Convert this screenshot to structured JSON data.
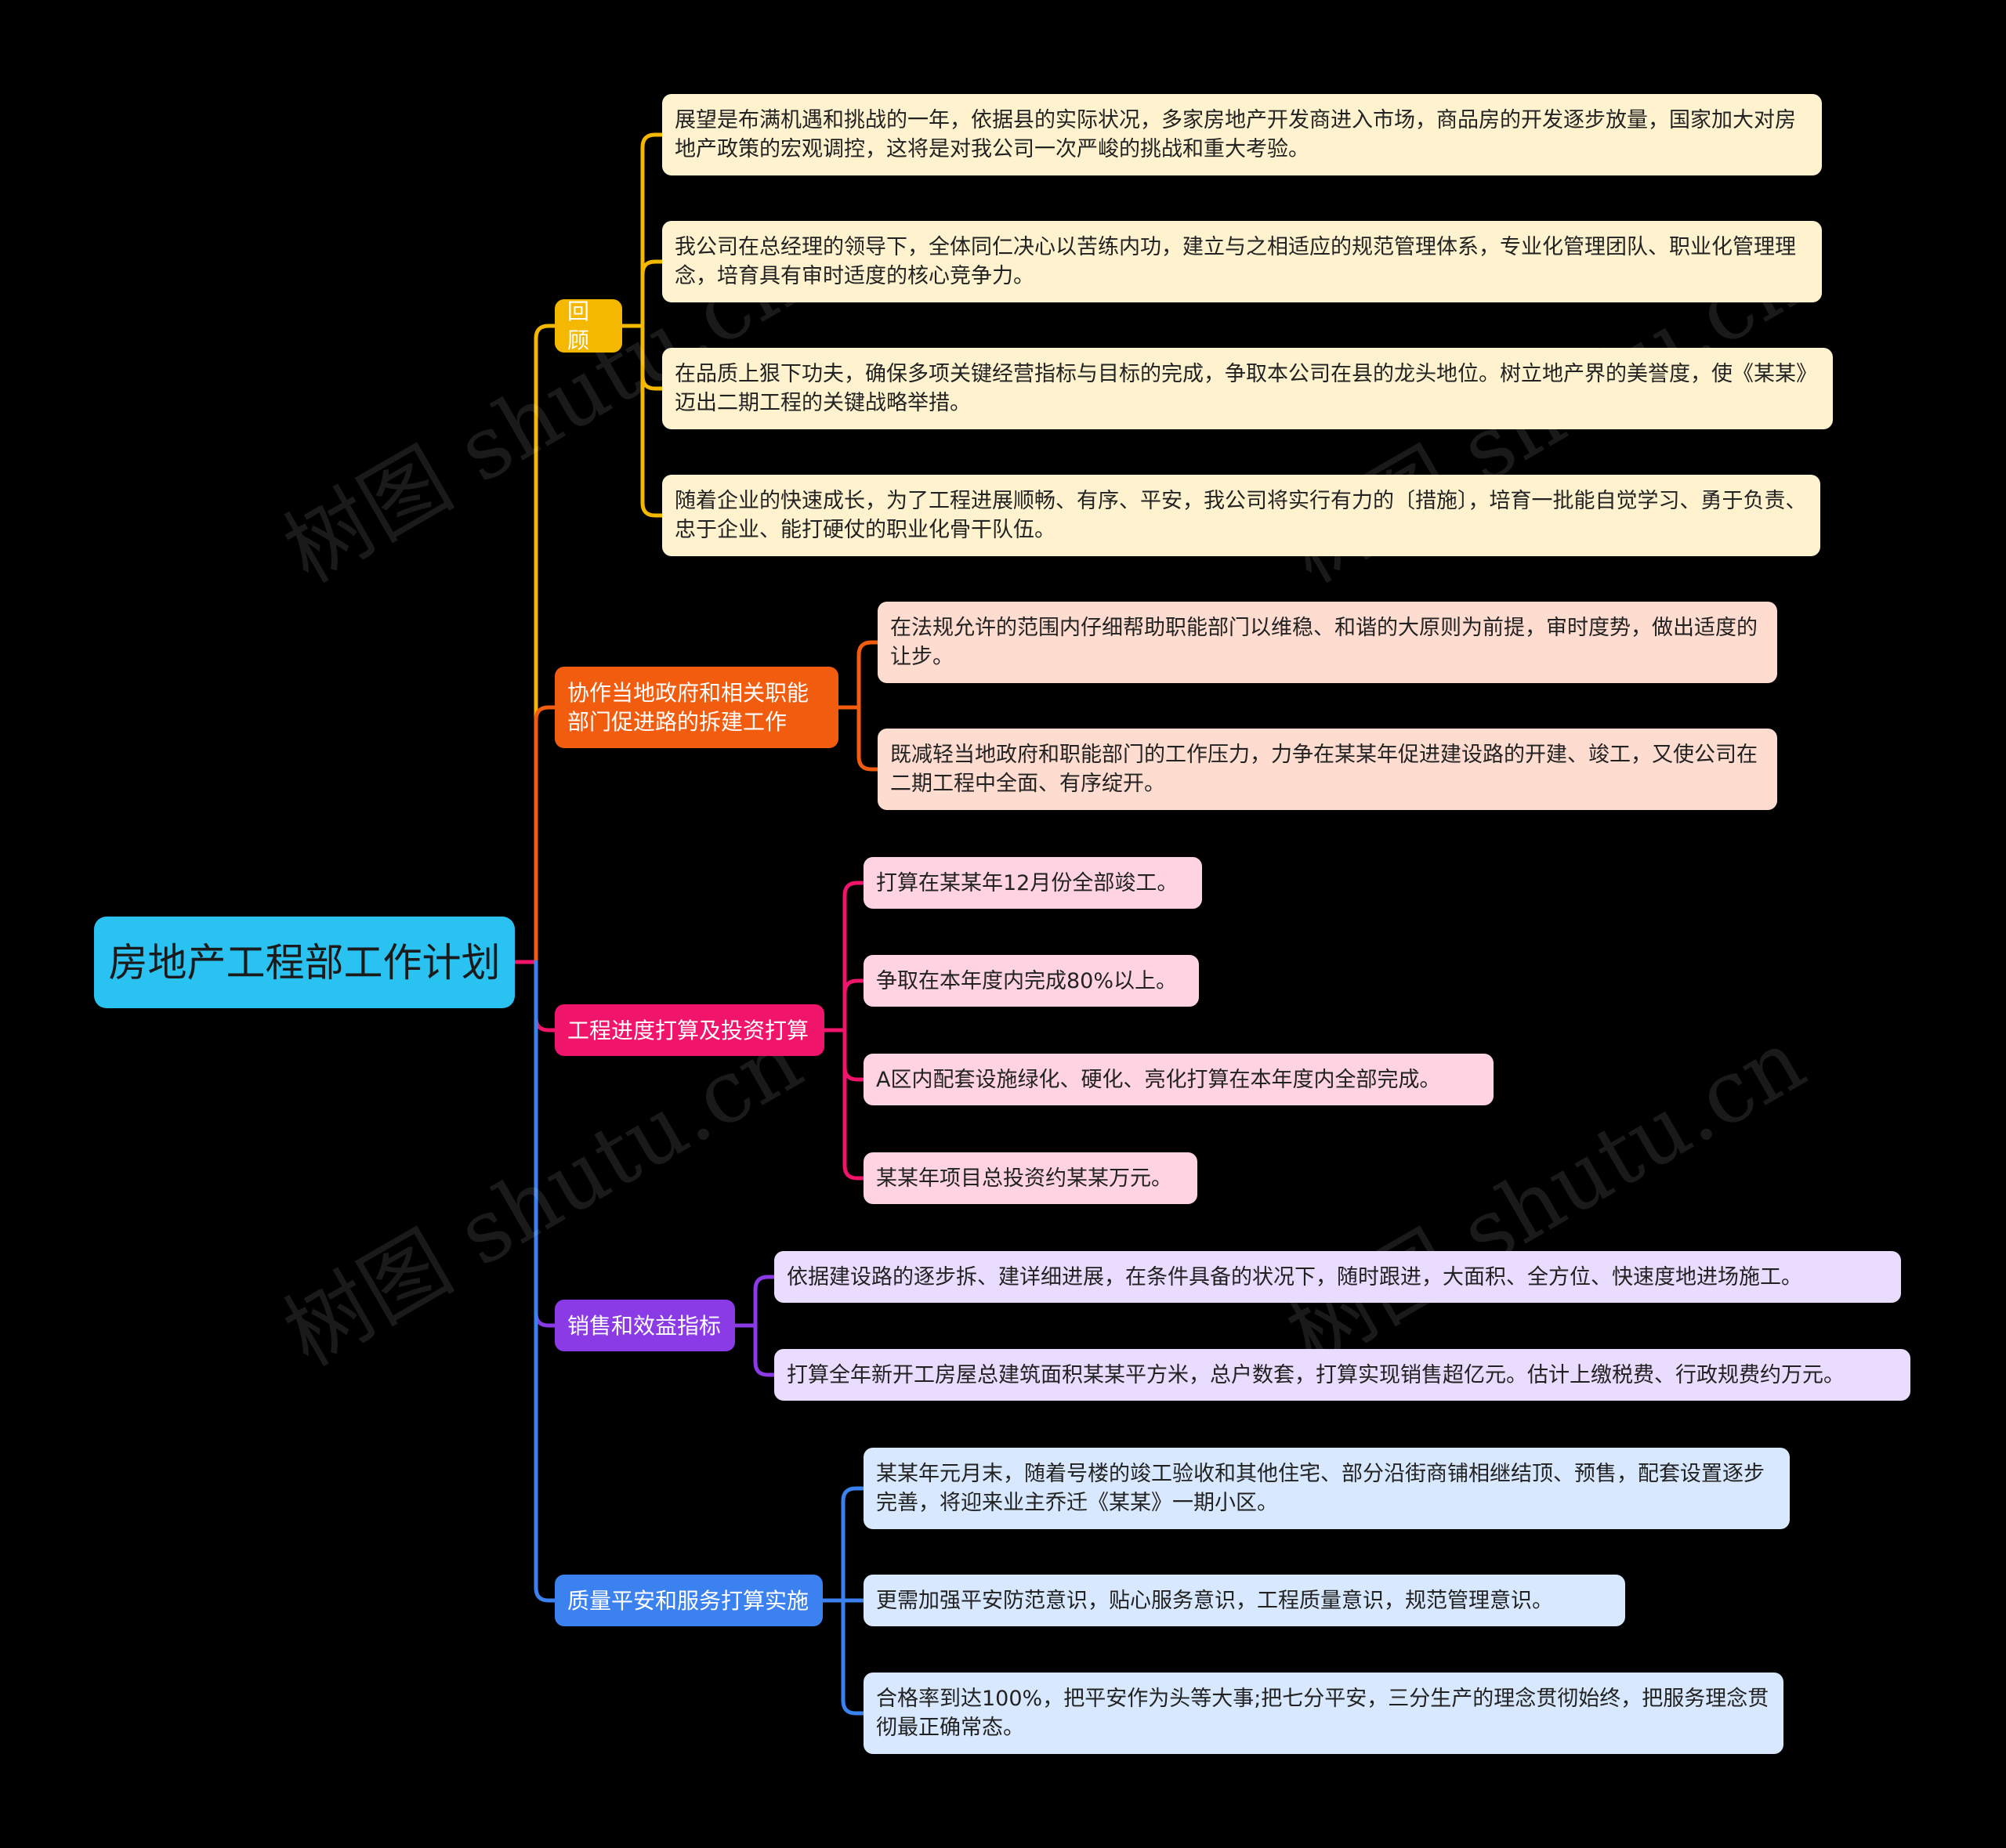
{
  "root": {
    "title": "房地产工程部工作计划",
    "color": "#29c2f1"
  },
  "branches": [
    {
      "label": "回顾",
      "color": "#f5b800",
      "leaf_color": "#fff3cf",
      "children": [
        "展望是布满机遇和挑战的一年，依据县的实际状况，多家房地产开发商进入市场，商品房的开发逐步放量，国家加大对房地产政策的宏观调控，这将是对我公司一次严峻的挑战和重大考验。",
        "我公司在总经理的领导下，全体同仁决心以苦练内功，建立与之相适应的规范管理体系，专业化管理团队、职业化管理理念，培育具有审时适度的核心竞争力。",
        "在品质上狠下功夫，确保多项关键经营指标与目标的完成，争取本公司在县的龙头地位。树立地产界的美誉度，使《某某》迈出二期工程的关键战略举措。",
        "随着企业的快速成长，为了工程进展顺畅、有序、平安，我公司将实行有力的〔措施〕，培育一批能自觉学习、勇于负责、忠于企业、能打硬仗的职业化骨干队伍。"
      ]
    },
    {
      "label": "协作当地政府和相关职能部门促进路的拆建工作",
      "color": "#f25c0f",
      "leaf_color": "#ffdcd0",
      "children": [
        "在法规允许的范围内仔细帮助职能部门以维稳、和谐的大原则为前提，审时度势，做出适度的让步。",
        "既减轻当地政府和职能部门的工作压力，力争在某某年促进建设路的开建、竣工，又使公司在二期工程中全面、有序绽开。"
      ]
    },
    {
      "label": "工程进度打算及投资打算",
      "color": "#f0156a",
      "leaf_color": "#ffd3e2",
      "children": [
        "打算在某某年12月份全部竣工。",
        "争取在本年度内完成80%以上。",
        "A区内配套设施绿化、硬化、亮化打算在本年度内全部完成。",
        "某某年项目总投资约某某万元。"
      ]
    },
    {
      "label": "销售和效益指标",
      "color": "#8a3be6",
      "leaf_color": "#e9dcff",
      "children": [
        "依据建设路的逐步拆、建详细进展，在条件具备的状况下，随时跟进，大面积、全方位、快速度地进场施工。",
        "打算全年新开工房屋总建筑面积某某平方米，总户数套，打算实现销售超亿元。估计上缴税费、行政规费约万元。"
      ]
    },
    {
      "label": "质量平安和服务打算实施",
      "color": "#3b82f0",
      "leaf_color": "#d8e8ff",
      "children": [
        "某某年元月末，随着号楼的竣工验收和其他住宅、部分沿街商铺相继结顶、预售，配套设置逐步完善，将迎来业主乔迁《某某》一期小区。",
        "更需加强平安防范意识，贴心服务意识，工程质量意识，规范管理意识。",
        "合格率到达100%，把平安作为头等大事;把七分平安，三分生产的理念贯彻始终，把服务理念贯彻最正确常态。"
      ]
    }
  ],
  "watermark": "树图 shutu.cn"
}
